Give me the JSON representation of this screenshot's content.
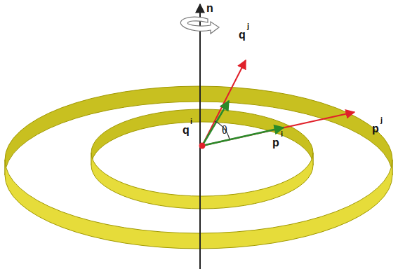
{
  "diagram": {
    "labels": [
      "n",
      "q",
      "j",
      "q",
      "i",
      "θ",
      "p",
      "j",
      "p",
      "i"
    ]
  }
}
